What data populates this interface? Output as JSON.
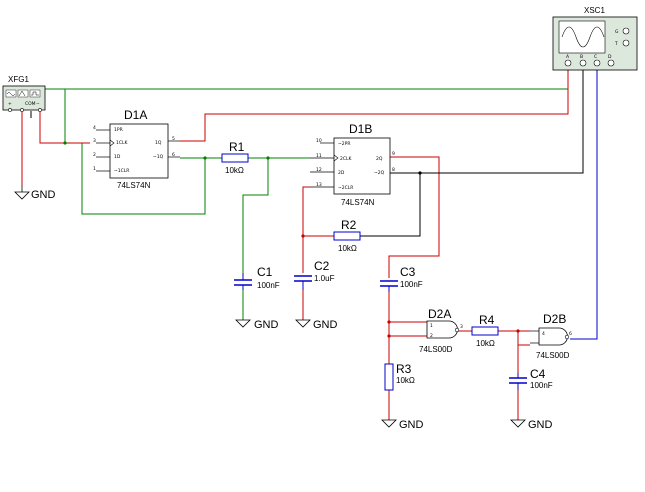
{
  "instruments": {
    "function_generator": {
      "ref": "XFG1",
      "terminals": [
        "+",
        "COM",
        "−"
      ]
    },
    "oscilloscope": {
      "ref": "XSC1",
      "terminals": [
        "G",
        "T",
        "A",
        "B",
        "C",
        "D"
      ]
    }
  },
  "flipflops": [
    {
      "ref": "D1A",
      "part": "74LS74N",
      "pins": [
        "1PR",
        "1CLK",
        "1D",
        "~1CLR",
        "1Q",
        "~1Q"
      ],
      "pin_numbers": [
        "4",
        "3",
        "2",
        "1",
        "5",
        "6"
      ]
    },
    {
      "ref": "D1B",
      "part": "74LS74N",
      "pins": [
        "~2PR",
        "2CLK",
        "2D",
        "~2CLR",
        "2Q",
        "~2Q"
      ],
      "pin_numbers": [
        "10",
        "11",
        "12",
        "13",
        "9",
        "8"
      ]
    }
  ],
  "gates": [
    {
      "ref": "D2A",
      "part": "74LS00D",
      "pin_numbers": [
        "1",
        "2",
        "3"
      ]
    },
    {
      "ref": "D2B",
      "part": "74LS00D",
      "pin_numbers": [
        "4",
        "6"
      ]
    }
  ],
  "resistors": [
    {
      "ref": "R1",
      "value": "10kΩ"
    },
    {
      "ref": "R2",
      "value": "10kΩ"
    },
    {
      "ref": "R3",
      "value": "10kΩ"
    },
    {
      "ref": "R4",
      "value": "10kΩ"
    }
  ],
  "capacitors": [
    {
      "ref": "C1",
      "value": "100nF"
    },
    {
      "ref": "C2",
      "value": "1.0uF"
    },
    {
      "ref": "C3",
      "value": "100nF"
    },
    {
      "ref": "C4",
      "value": "100nF"
    }
  ],
  "ground_label": "GND",
  "colors": {
    "wire_green": "#008000",
    "wire_red": "#cc0000",
    "wire_blue": "#0000cc",
    "wire_black": "#000000",
    "component_blue": "#0000cc",
    "instrument_bg": "#dde8dd"
  }
}
